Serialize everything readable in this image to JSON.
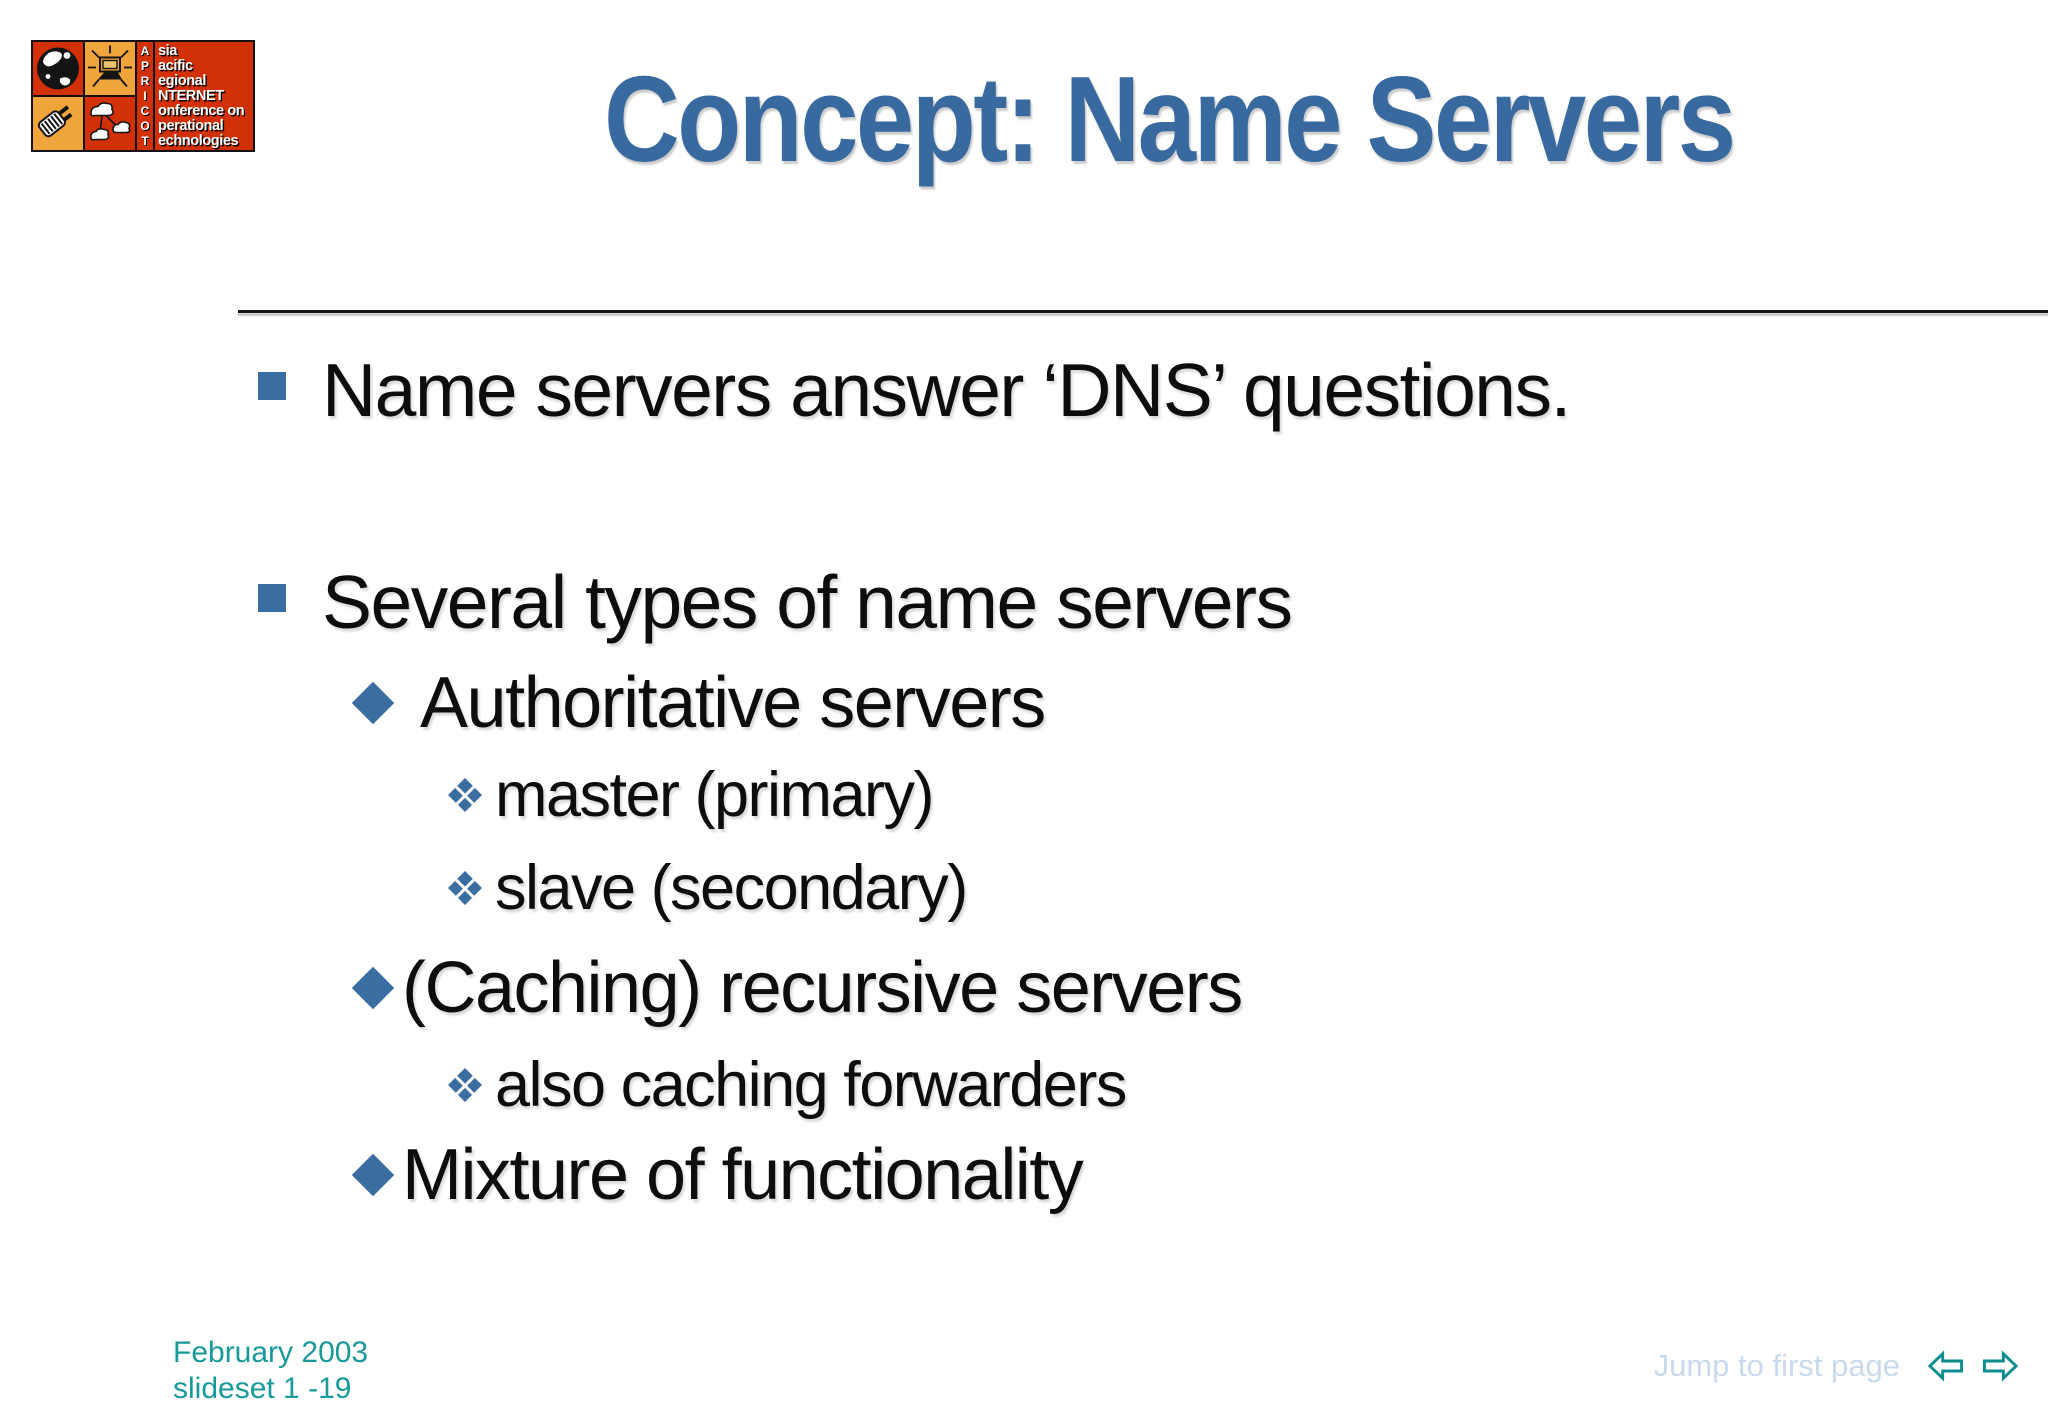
{
  "title": "Concept: Name Servers",
  "bullets": [
    {
      "level": 1,
      "text": "Name servers answer ‘DNS’ questions."
    },
    {
      "level": 1,
      "text": "Several types of name servers"
    },
    {
      "level": 2,
      "text": "Authoritative servers"
    },
    {
      "level": 3,
      "text": "master (primary)"
    },
    {
      "level": 3,
      "text": "slave (secondary)"
    },
    {
      "level": 2,
      "text": "(Caching) recursive servers"
    },
    {
      "level": 3,
      "text": "also caching forwarders"
    },
    {
      "level": 2,
      "text": "Mixture of functionality"
    }
  ],
  "logo": {
    "letters": [
      "A",
      "P",
      "R",
      "I",
      "C",
      "O",
      "T"
    ],
    "lines": [
      "sia",
      "acific",
      "egional",
      "NTERNET",
      "onference on",
      "perational",
      "echnologies"
    ]
  },
  "footer": {
    "date": "February 2003",
    "slideset": "slideset 1 -19",
    "jump_label": "Jump to first page"
  },
  "icons": {
    "prev": "previous-slide-arrow",
    "next": "next-slide-arrow",
    "bullet_level1": "square-bullet",
    "bullet_level2": "diamond-bullet",
    "bullet_level3": "diamond-x-bullet"
  },
  "colors": {
    "accent_blue": "#3a6da0",
    "title_blue": "#38699f",
    "footer_teal": "#189a9a",
    "jump_light": "#c9daee",
    "arrow_teal": "#0d8d8d",
    "logo_red": "#d23108",
    "logo_orange": "#f0a43c"
  }
}
